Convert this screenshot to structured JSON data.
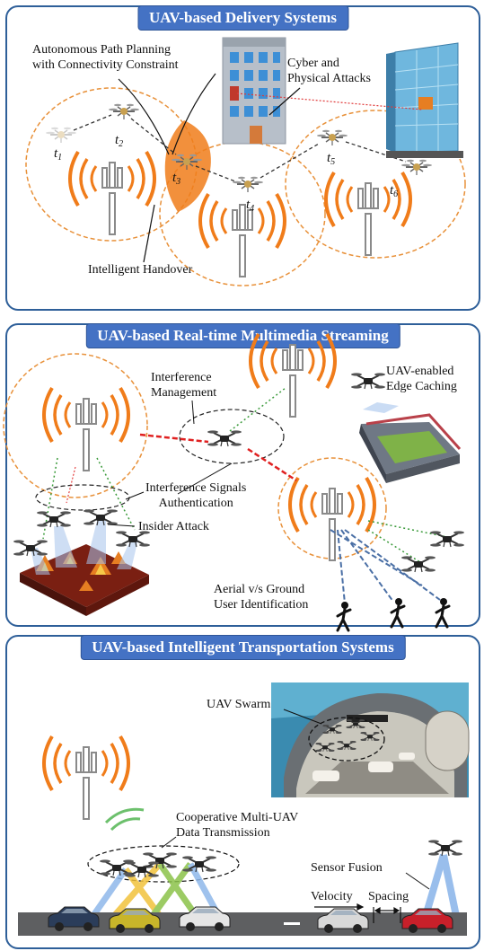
{
  "panel1": {
    "title": "UAV-based Delivery Systems",
    "path_planning": [
      "Autonomous Path Planning",
      "with Connectivity Constraint"
    ],
    "attacks": [
      "Cyber and",
      "Physical Attacks"
    ],
    "handover": "Intelligent Handover",
    "t_labels": [
      "t",
      "t",
      "t",
      "t",
      "t",
      "t"
    ],
    "t_subs": [
      "1",
      "2",
      "3",
      "4",
      "5",
      "6"
    ]
  },
  "panel2": {
    "title": "UAV-based Real-time Multimedia Streaming",
    "interference_mgmt": [
      "Interference",
      "Management"
    ],
    "edge_caching": [
      "UAV-enabled",
      "Edge Caching"
    ],
    "interference_signals": [
      "Interference Signals",
      "Authentication"
    ],
    "insider": "Insider Attack",
    "aerial_ground": [
      "Aerial v/s Ground",
      "User Identification"
    ]
  },
  "panel3": {
    "title": "UAV-based Intelligent Transportation Systems",
    "swarm": "UAV Swarm",
    "cooperative": [
      "Cooperative Multi-UAV",
      "Data Transmission"
    ],
    "sensor_fusion": "Sensor Fusion",
    "velocity": "Velocity",
    "spacing": "Spacing"
  },
  "colors": {
    "border": "#2e5f99",
    "title_bg": "#4472c4",
    "signal": "#f07c1a",
    "tower": "#8a8a8a",
    "ellipse": "#e8913a"
  }
}
